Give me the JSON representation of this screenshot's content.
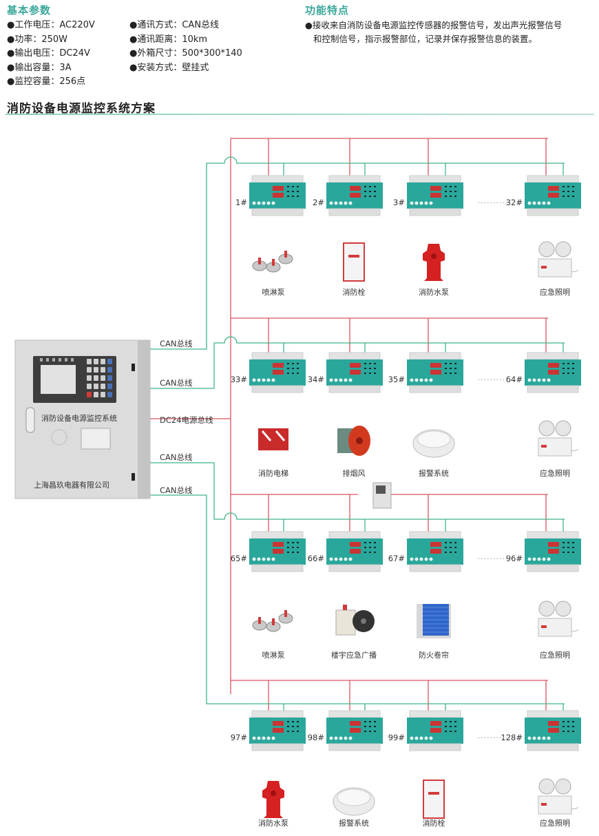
{
  "basic_params": {
    "title": "基本参数",
    "left": [
      "●工作电压：AC220V",
      "●功率：250W",
      "●输出电压：DC24V",
      "●输出容量：3A",
      "●监控容量：256点"
    ],
    "right": [
      "●通讯方式：CAN总线",
      "●通讯距离：10km",
      "●外箱尺寸：500*300*140",
      "●安装方式：壁挂式"
    ]
  },
  "features": {
    "title": "功能特点",
    "line1": "●接收来自消防设备电源监控传感器的报警信号，发出声光报警信号",
    "line2": "和控制信号，指示报警部位，记录并保存报警信息的装置。"
  },
  "scheme_title": "消防设备电源监控系统方案",
  "colors": {
    "title_accent": "#3aa79a",
    "power_line": "#d9535f",
    "can_line": "#3fb585",
    "module_body": "#2aa79b"
  },
  "host": {
    "panel_text": "消防设备电源监控系统",
    "maker_text": "上海昌玖电器有限公司",
    "bus_labels": [
      "CAN总线",
      "CAN总线",
      "DC24电源总线",
      "CAN总线",
      "CAN总线"
    ]
  },
  "groups": [
    {
      "modules": [
        "1#",
        "2#",
        "3#",
        "32#"
      ],
      "devices": [
        {
          "icon": "sprinkler-icon",
          "label": "喷淋泵"
        },
        {
          "icon": "hydrant-cabinet-icon",
          "label": "消防栓"
        },
        {
          "icon": "fire-hydrant-icon",
          "label": "消防水泵"
        },
        {
          "icon": "emergency-light-icon",
          "label": "应急照明"
        }
      ]
    },
    {
      "modules": [
        "33#",
        "34#",
        "35#",
        "64#"
      ],
      "devices": [
        {
          "icon": "fire-elevator-icon",
          "label": "消防电梯"
        },
        {
          "icon": "exhaust-fan-icon",
          "label": "排烟风"
        },
        {
          "icon": "smoke-detector-icon",
          "label": "报警系统"
        },
        {
          "icon": "emergency-light-icon",
          "label": "应急照明"
        }
      ]
    },
    {
      "modules": [
        "65#",
        "66#",
        "67#",
        "96#"
      ],
      "devices": [
        {
          "icon": "sprinkler-icon",
          "label": "喷淋泵"
        },
        {
          "icon": "broadcast-speaker-icon",
          "label": "楼宇应急广播"
        },
        {
          "icon": "fire-shutter-icon",
          "label": "防火卷帘"
        },
        {
          "icon": "emergency-light-icon",
          "label": "应急照明"
        }
      ]
    },
    {
      "modules": [
        "97#",
        "98#",
        "99#",
        "128#"
      ],
      "devices": [
        {
          "icon": "fire-hydrant-icon",
          "label": "消防水泵"
        },
        {
          "icon": "smoke-detector-icon",
          "label": "报警系统"
        },
        {
          "icon": "hydrant-cabinet-icon",
          "label": "消防栓"
        },
        {
          "icon": "emergency-light-icon",
          "label": "应急照明"
        }
      ]
    }
  ],
  "ellipsis": "··········"
}
